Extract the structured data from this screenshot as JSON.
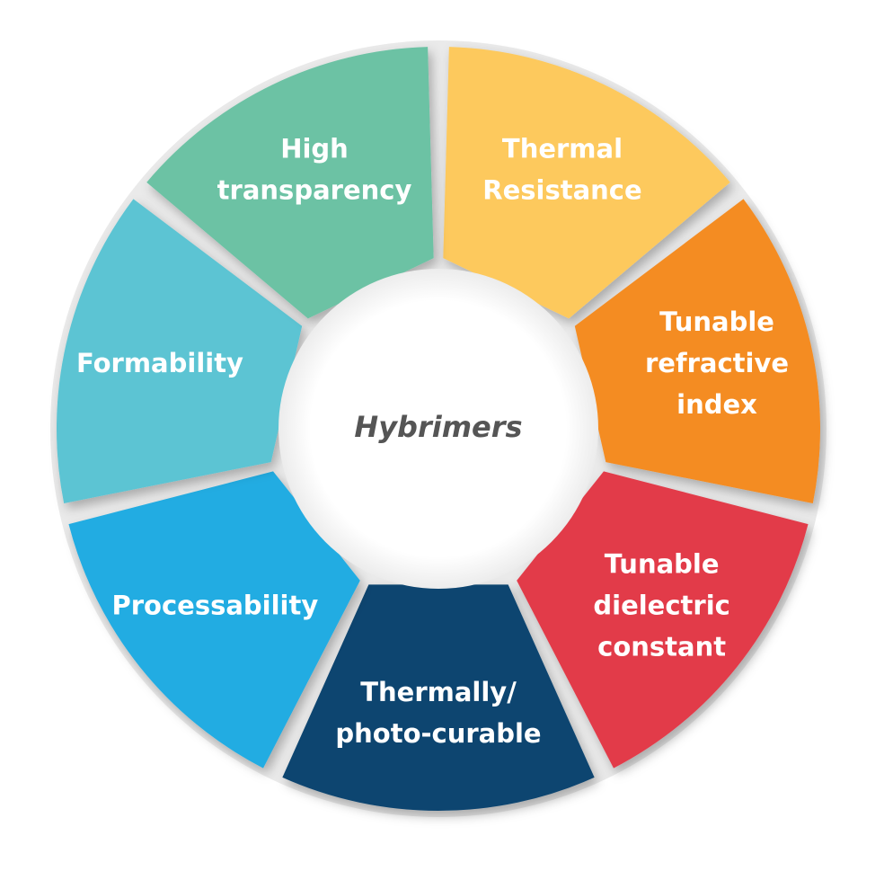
{
  "diagram": {
    "center_label": "Hybrimers",
    "segments": [
      {
        "name": "thermal-resistance",
        "lines": [
          "Thermal",
          "Resistance"
        ],
        "color": "#fdc95d"
      },
      {
        "name": "tunable-refractive-index",
        "lines": [
          "Tunable",
          "refractive",
          "index"
        ],
        "color": "#f48c22"
      },
      {
        "name": "tunable-dielectric-constant",
        "lines": [
          "Tunable",
          "dielectric",
          "constant"
        ],
        "color": "#e23b4a"
      },
      {
        "name": "thermally-photo-curable",
        "lines": [
          "Thermally/",
          "photo-curable"
        ],
        "color": "#0e4570"
      },
      {
        "name": "processability",
        "lines": [
          "Processability"
        ],
        "color": "#21ace2"
      },
      {
        "name": "formability",
        "lines": [
          "Formability"
        ],
        "color": "#5bc4d3"
      },
      {
        "name": "high-transparency",
        "lines": [
          "High",
          "transparency"
        ],
        "color": "#6cc2a4"
      }
    ]
  }
}
